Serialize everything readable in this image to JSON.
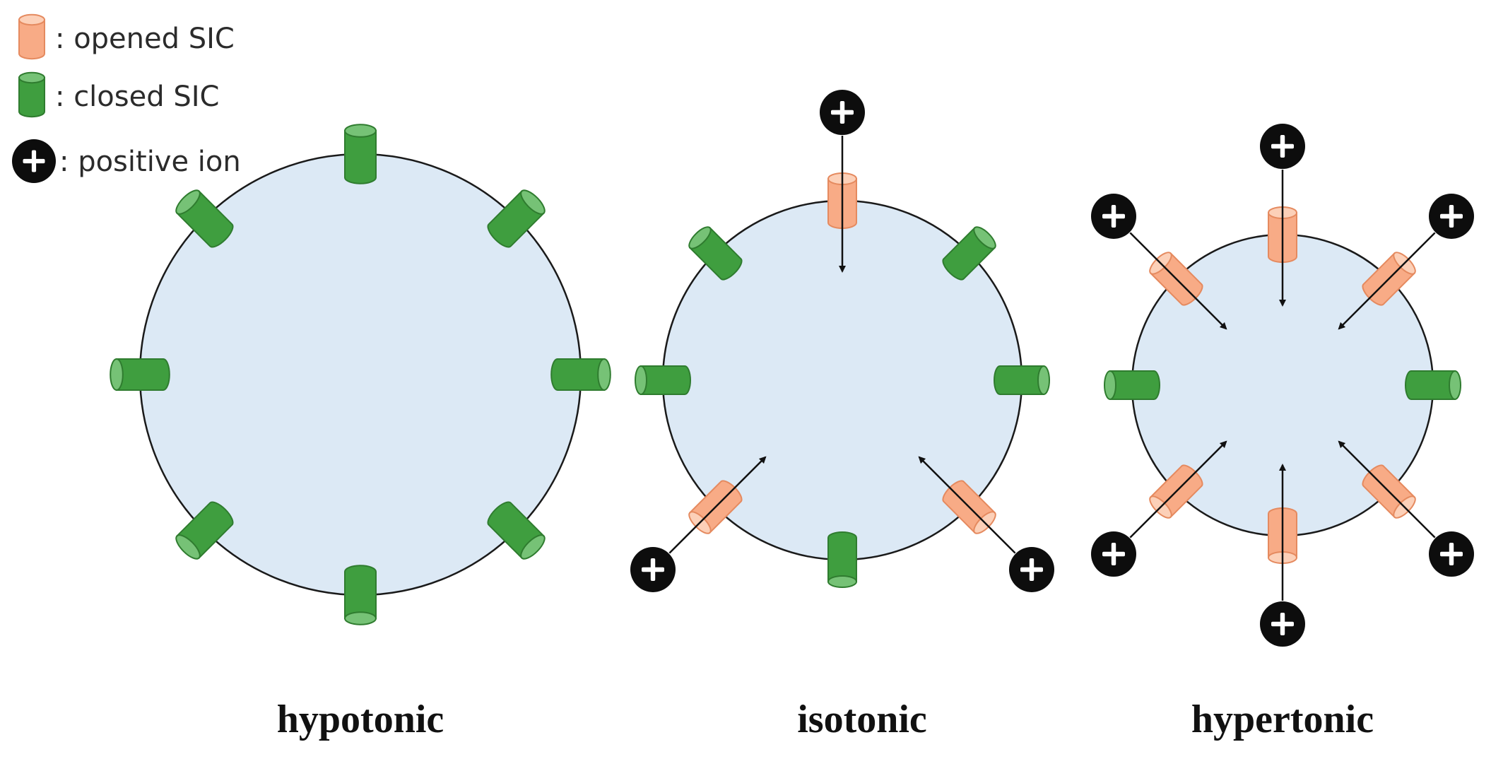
{
  "legend": {
    "opened_label": ": opened SIC",
    "closed_label": ": closed SIC",
    "ion_label": ": positive ion"
  },
  "cells": [
    {
      "label": "hypotonic",
      "channels": [
        "closed",
        "closed",
        "closed",
        "closed",
        "closed",
        "closed",
        "closed",
        "closed"
      ],
      "ion_influx": [
        false,
        false,
        false,
        false,
        false,
        false,
        false,
        false
      ]
    },
    {
      "label": "isotonic",
      "channels": [
        "opened",
        "closed",
        "closed",
        "opened",
        "closed",
        "opened",
        "closed",
        "closed"
      ],
      "ion_influx": [
        true,
        false,
        false,
        true,
        false,
        true,
        false,
        false
      ]
    },
    {
      "label": "hypertonic",
      "channels": [
        "opened",
        "opened",
        "closed",
        "opened",
        "opened",
        "opened",
        "closed",
        "opened"
      ],
      "ion_influx": [
        true,
        true,
        false,
        true,
        true,
        true,
        false,
        true
      ]
    }
  ],
  "colors": {
    "cell_fill": "#dce9f5",
    "cell_stroke": "#1a1a1a",
    "opened_fill": "#f8ab86",
    "opened_top": "#fcd0b8",
    "opened_stroke": "#e58a5f",
    "closed_fill": "#3f9e3f",
    "closed_top": "#76c276",
    "closed_stroke": "#2f7c2f",
    "ion_fill": "#0d0d0d"
  }
}
